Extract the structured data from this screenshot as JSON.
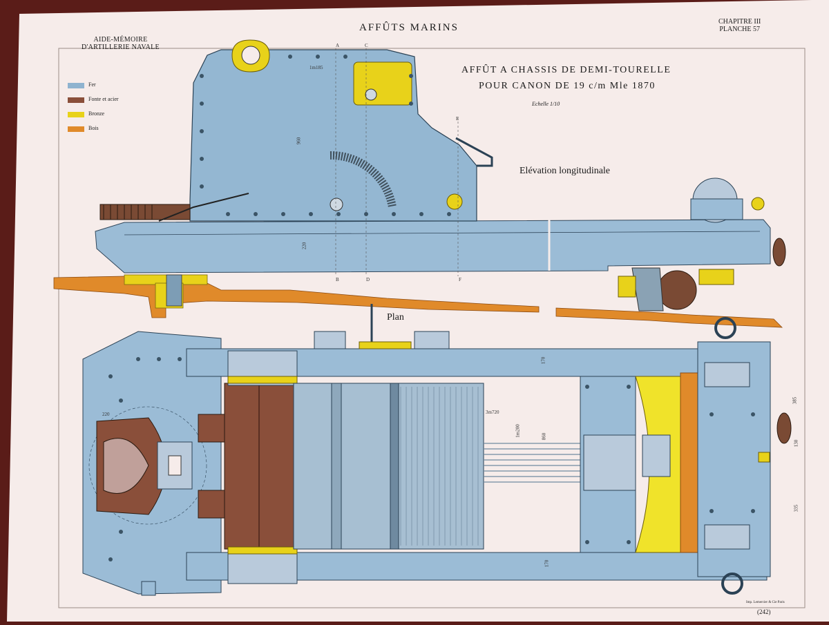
{
  "header": {
    "left_line1": "AIDE-MÉMOIRE",
    "left_line2": "D'ARTILLERIE NAVALE",
    "center": "AFFÛTS MARINS",
    "right_line1": "CHAPITRE III",
    "right_line2": "PLANCHE 57"
  },
  "title": {
    "line1": "AFFÛT A CHASSIS DE DEMI-TOURELLE",
    "line2": "POUR CANON DE 19 c/m Mle 1870",
    "scale": "Echelle 1/10"
  },
  "legend": [
    {
      "label": "Fer",
      "color": "#8fb3cf"
    },
    {
      "label": "Fonte et acier",
      "color": "#8a4f3a"
    },
    {
      "label": "Bronze",
      "color": "#e8d21a"
    },
    {
      "label": "Bois",
      "color": "#e08a2a"
    }
  ],
  "views": {
    "elevation": "Elévation longitudinale",
    "plan": "Plan"
  },
  "dimensions": {
    "d1m185": "1m185",
    "d960": "960",
    "d220": "220",
    "d3m720": "3m720",
    "d1m200": "1m200",
    "d860": "860",
    "d170a": "170",
    "d170b": "170",
    "d385": "385",
    "d130": "130",
    "d335": "335",
    "d220b": "220",
    "section_A": "A",
    "section_B": "B",
    "section_C": "C",
    "section_D": "D",
    "section_E": "E",
    "section_F": "F"
  },
  "footer": {
    "printer": "Imp. Lemercier & Cie Paris",
    "page": "(242)"
  },
  "colors": {
    "iron": "#8fb3cf",
    "iron_dark": "#5d7f9a",
    "cast": "#8a4f3a",
    "bronze": "#e8d21a",
    "wood": "#e08a2a",
    "paper": "#f6ecea",
    "border_bg": "#5a1c18"
  }
}
